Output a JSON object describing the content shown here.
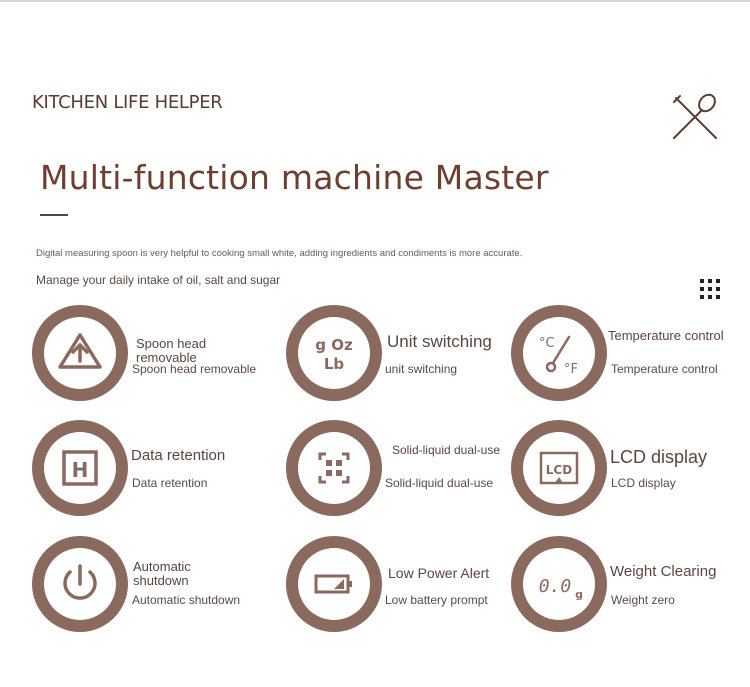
{
  "header": {
    "brand": "KITCHEN LIFE HELPER",
    "headline": "Multi-function machine Master",
    "description": "Digital measuring spoon is very helpful to cooking small white, adding ingredients and condiments is more accurate.",
    "subheadline": "Manage your daily intake of oil, salt and sugar"
  },
  "colors": {
    "ring": "#8a6a5e",
    "headline": "#6e3e2e",
    "text": "#5a4640"
  },
  "features": [
    {
      "icon": "upload-triangle-icon",
      "title": "Spoon head removable",
      "subtitle": "Spoon head removable"
    },
    {
      "icon": "unit-g-oz-lb-icon",
      "title": "Unit switching",
      "subtitle": "unit switching",
      "icon_text_1": "g Oz",
      "icon_text_2": "Lb"
    },
    {
      "icon": "thermometer-icon",
      "title": "Temperature control",
      "subtitle": "Temperature control",
      "icon_text_1": "°C",
      "icon_text_2": "°F"
    },
    {
      "icon": "h-square-icon",
      "title": "Data retention",
      "subtitle": "Data retention",
      "icon_text_1": "H"
    },
    {
      "icon": "grid-select-icon",
      "title": "Solid-liquid dual-use",
      "subtitle": "Solid-liquid dual-use"
    },
    {
      "icon": "lcd-screen-icon",
      "title": "LCD display",
      "subtitle": "LCD display",
      "icon_text_1": "LCD"
    },
    {
      "icon": "power-icon",
      "title": "Automatic shutdown",
      "subtitle": "Automatic shutdown"
    },
    {
      "icon": "battery-low-icon",
      "title": "Low Power Alert",
      "subtitle": "Low battery prompt"
    },
    {
      "icon": "weight-zero-icon",
      "title": "Weight Clearing",
      "subtitle": "Weight zero",
      "icon_text_1": "0.0",
      "icon_text_2": "g"
    }
  ]
}
